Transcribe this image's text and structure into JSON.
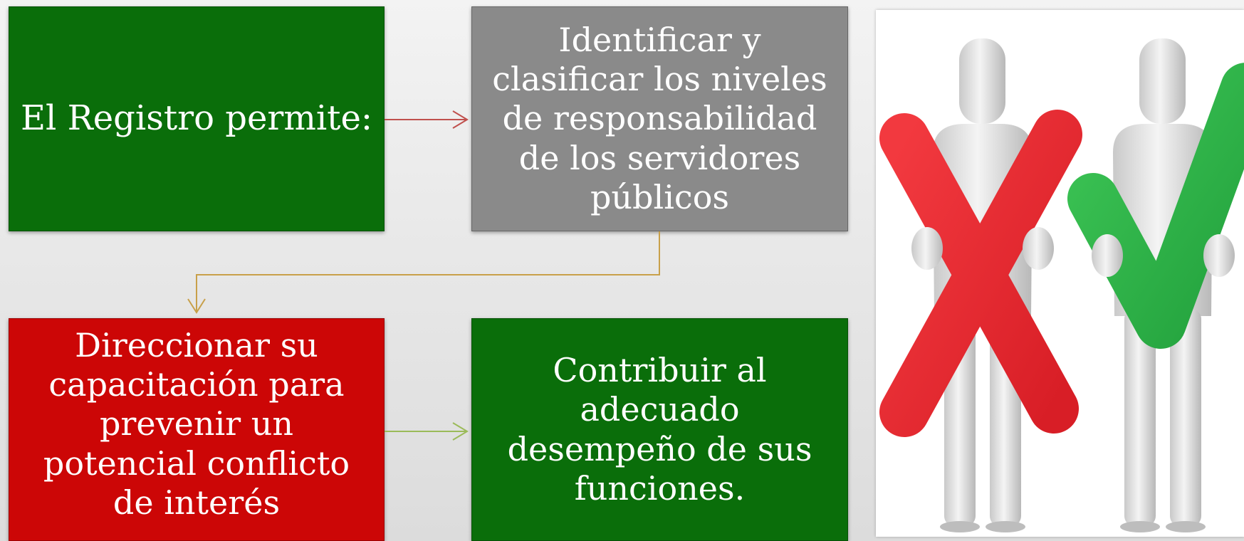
{
  "boxes": {
    "registro": "El Registro permite:",
    "identificar": "Identificar y clasificar los niveles de responsabilidad de los servidores públicos",
    "direccionar": "Direccionar su capacitación para prevenir un potencial conflicto de interés",
    "contribuir": "Contribuir al adecuado desempeño de sus funciones."
  },
  "colors": {
    "green_box": "#0a6e0a",
    "gray_box": "#8a8a8a",
    "red_box": "#cc0606",
    "arrow_red": "#c0504d",
    "arrow_gold": "#c8a04a",
    "arrow_green": "#9bbb59",
    "x_mark": "#e8262e",
    "check_mark": "#2fb44a"
  },
  "illustration": {
    "figures": [
      "person-holding-x-icon",
      "person-holding-checkmark-icon"
    ]
  }
}
